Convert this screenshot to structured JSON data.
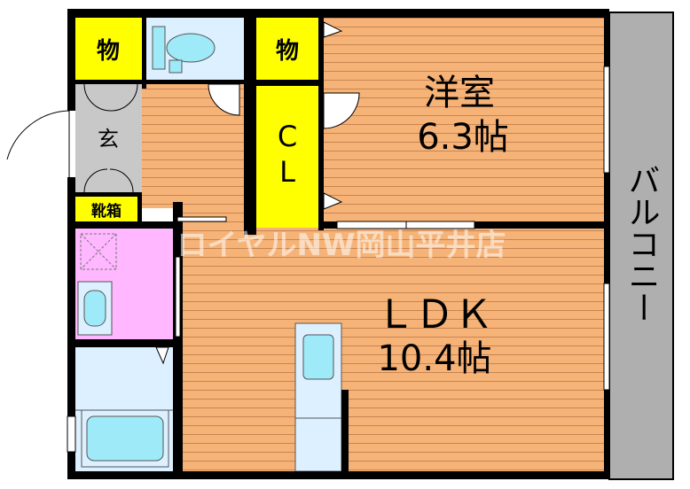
{
  "rooms": {
    "storage_left": "物",
    "storage_right": "物",
    "entrance": "玄",
    "shoe_cabinet": "靴箱",
    "closet_top": "C",
    "closet_bottom": "L",
    "western_room": "洋室",
    "western_size": "6.3帖",
    "ldk": "ＬＤＫ",
    "ldk_size": "10.4帖",
    "balcony": "バルコニー"
  },
  "watermark": "ロイヤルNW岡山平井店",
  "colors": {
    "wood_floor": "#F6B377",
    "wood_line": "#C98452",
    "yellow": "#FFFF00",
    "wet_area": "#DDF0FF",
    "washroom_pink": "#FFB7FF",
    "entrance_gray": "#C8C8C8",
    "balcony_gray": "#AFAFAF",
    "fixture_cyan": "#9EEAF8",
    "wall": "#000000"
  }
}
